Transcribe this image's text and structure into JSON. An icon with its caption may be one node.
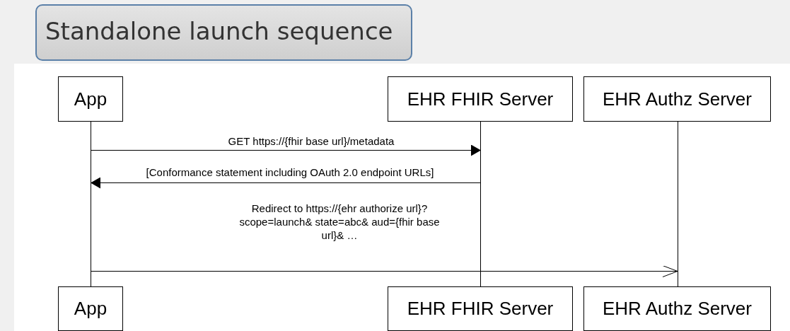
{
  "diagram": {
    "title": "Standalone launch sequence",
    "nodes": [
      {
        "text": [
          "App"
        ]
      },
      {
        "text": [
          "EHR FHIR Server"
        ]
      },
      {
        "text": [
          "EHR Authz Server"
        ]
      },
      {
        "text": [],
        "shape": "line"
      },
      {
        "text": [],
        "shape": "line"
      },
      {
        "text": [],
        "shape": "line"
      },
      {
        "text": [
          "App"
        ]
      },
      {
        "text": [
          "EHR FHIR Server"
        ]
      },
      {
        "text": [
          "EHR Authz Server"
        ]
      }
    ],
    "edges": [
      {
        "from": 3,
        "to": 4,
        "arrow": "to",
        "label": "GET https://{fhir base url}/metadata"
      },
      {
        "from": 4,
        "to": 3,
        "arrow": "to",
        "label": "[Conformance statement including OAuth 2.0 endpoint URLs]"
      },
      {
        "from": 3,
        "to": 5,
        "arrow": "to",
        "label": "Redirect to https://{ehr authorize url}? scope=launch& state=abc& aud={fhir base url}& …"
      }
    ]
  }
}
